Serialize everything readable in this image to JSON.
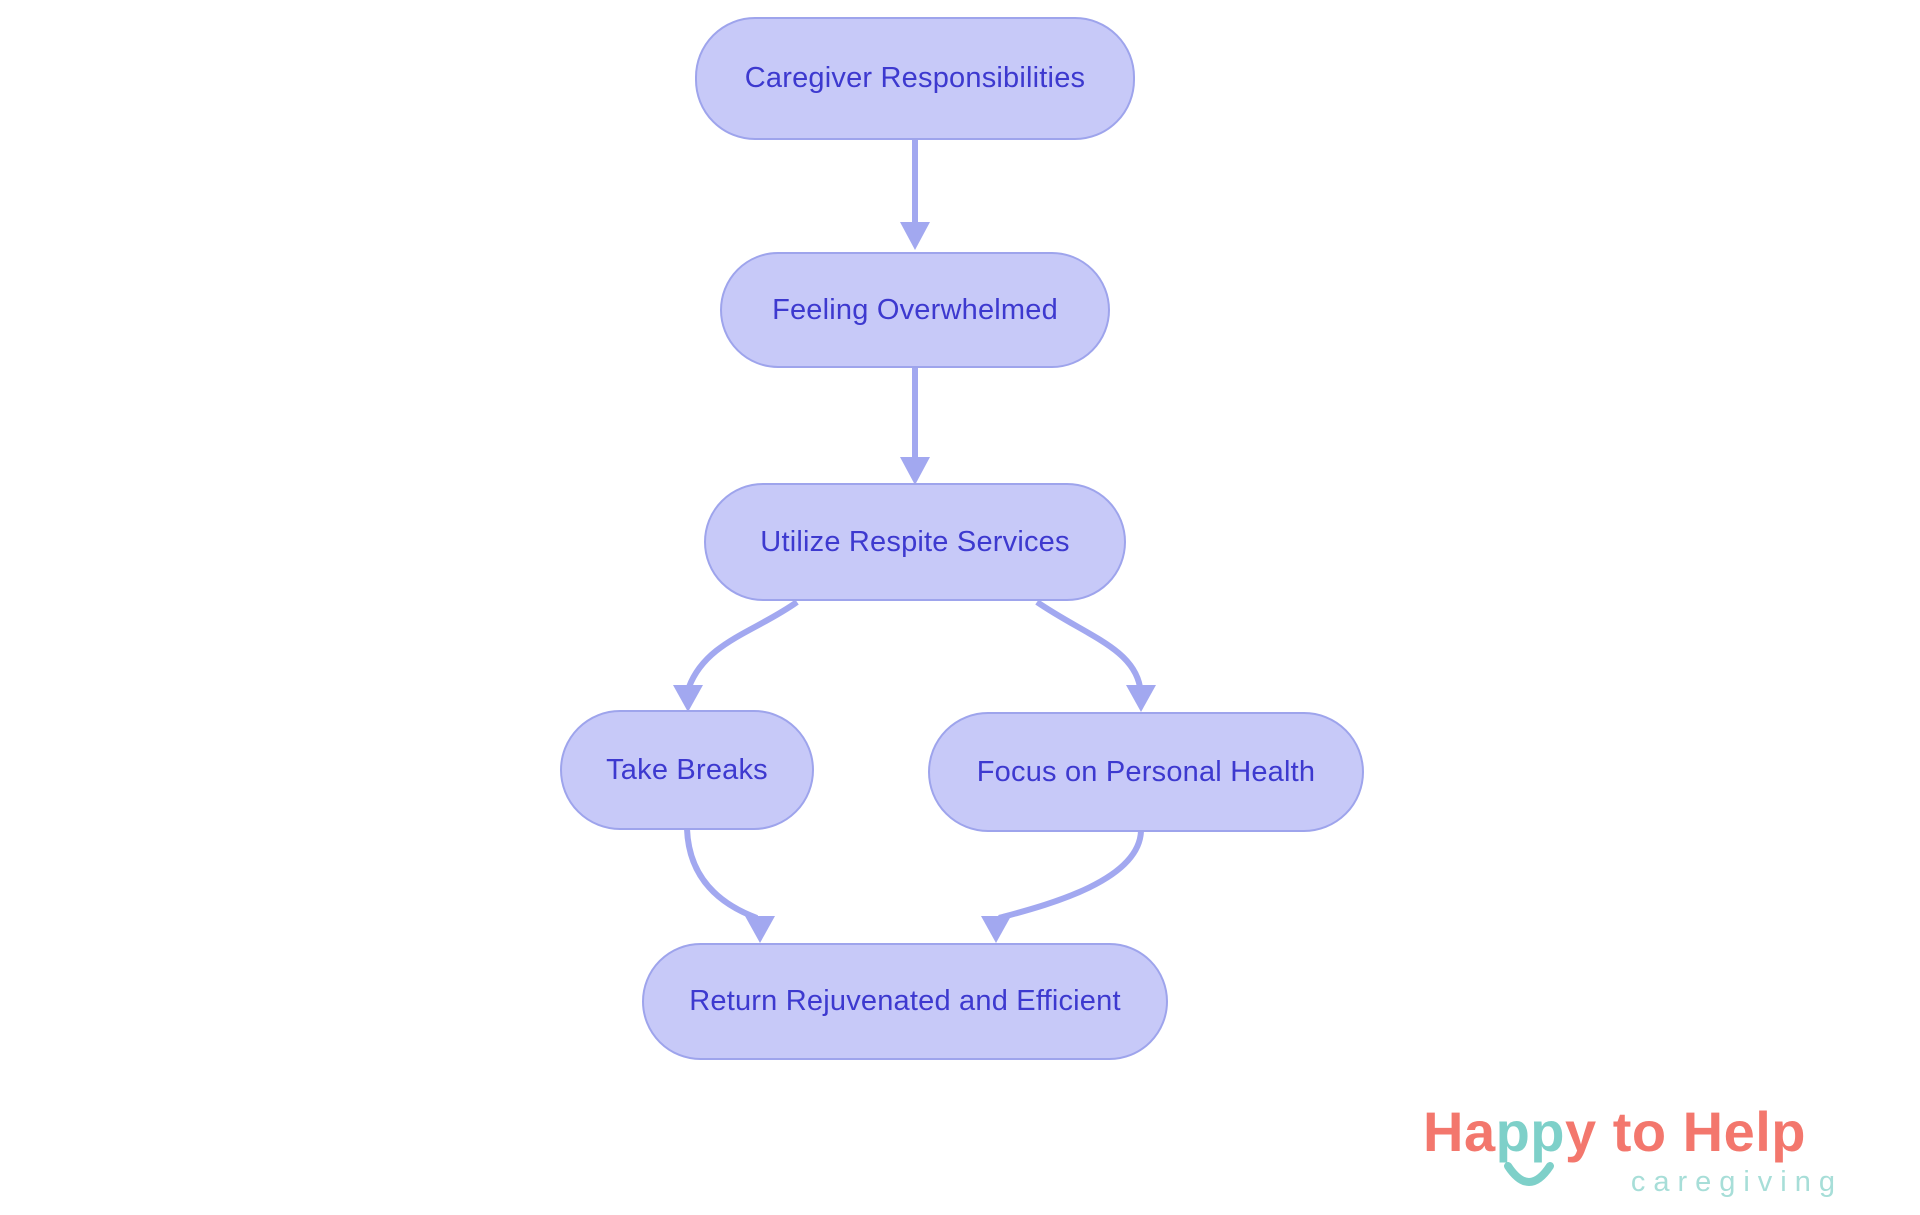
{
  "diagram": {
    "type": "flowchart",
    "direction": "top-down",
    "nodes": [
      {
        "id": "caregiver-responsibilities",
        "label": "Caregiver Responsibilities"
      },
      {
        "id": "feeling-overwhelmed",
        "label": "Feeling Overwhelmed"
      },
      {
        "id": "utilize-respite-services",
        "label": "Utilize Respite Services"
      },
      {
        "id": "take-breaks",
        "label": "Take Breaks"
      },
      {
        "id": "focus-on-personal-health",
        "label": "Focus on Personal Health"
      },
      {
        "id": "return-rejuvenated",
        "label": "Return Rejuvenated and Efficient"
      }
    ],
    "edges": [
      {
        "from": "Caregiver Responsibilities",
        "to": "Feeling Overwhelmed"
      },
      {
        "from": "Feeling Overwhelmed",
        "to": "Utilize Respite Services"
      },
      {
        "from": "Utilize Respite Services",
        "to": "Take Breaks"
      },
      {
        "from": "Utilize Respite Services",
        "to": "Focus on Personal Health"
      },
      {
        "from": "Take Breaks",
        "to": "Return Rejuvenated and Efficient"
      },
      {
        "from": "Focus on Personal Health",
        "to": "Return Rejuvenated and Efficient"
      }
    ],
    "colors": {
      "node_fill": "#c7c9f8",
      "node_border": "#9ea4ec",
      "node_text": "#3d39cf",
      "connector": "#a2a8f0",
      "background": "#ffffff"
    }
  },
  "logo": {
    "part_ha": "Ha",
    "part_pp": "pp",
    "part_rest": "y to Help",
    "tagline": "caregiving",
    "colors": {
      "coral": "#f3776d",
      "teal": "#7ed0c9",
      "tagline_teal": "#a7ded8"
    }
  }
}
